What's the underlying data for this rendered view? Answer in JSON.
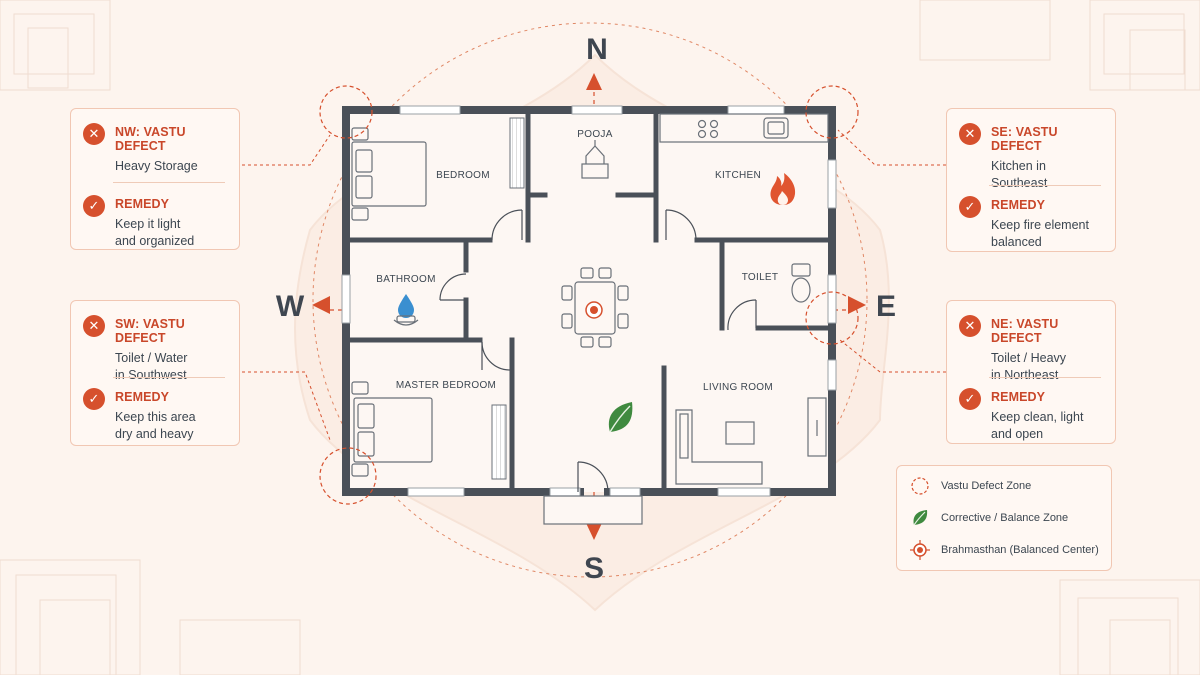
{
  "directions": {
    "north": "N",
    "south": "S",
    "east": "E",
    "west": "W"
  },
  "rooms": {
    "pooja": "POOJA",
    "bedroom": "BEDROOM",
    "kitchen": "KITCHEN",
    "bathroom": "BATHROOM",
    "toilet": "TOILET",
    "master_bedroom": "MASTER BEDROOM",
    "living_room": "LIVING ROOM"
  },
  "cards": {
    "nw": {
      "defect_title": "NW: VASTU DEFECT",
      "defect_lines": [
        "Heavy Storage"
      ],
      "remedy_title": "REMEDY",
      "remedy_lines": [
        "Keep it light",
        "and organized"
      ]
    },
    "sw": {
      "defect_title": "SW: VASTU DEFECT",
      "defect_lines": [
        "Toilet / Water",
        "in Southwest"
      ],
      "remedy_title": "REMEDY",
      "remedy_lines": [
        "Keep this area",
        "dry and heavy"
      ]
    },
    "se": {
      "defect_title": "SE: VASTU DEFECT",
      "defect_lines": [
        "Kitchen in",
        "Southeast"
      ],
      "remedy_title": "REMEDY",
      "remedy_lines": [
        "Keep fire element",
        "balanced"
      ]
    },
    "ne": {
      "defect_title": "NE: VASTU DEFECT",
      "defect_lines": [
        "Toilet / Heavy",
        "in Northeast"
      ],
      "remedy_title": "REMEDY",
      "remedy_lines": [
        "Keep clean, light",
        "and open"
      ]
    }
  },
  "legend": {
    "defect_zone": "Vastu Defect Zone",
    "balance_zone": "Corrective / Balance Zone",
    "brahmasthan": "Brahmasthan (Balanced Center)"
  },
  "icons": {
    "defect": "x-icon",
    "remedy": "check-icon",
    "fire": "fire-icon",
    "water": "water-drop-icon",
    "leaf": "leaf-icon",
    "center": "brahmasthan-target-icon",
    "pooja": "temple-icon"
  },
  "colors": {
    "accent": "#d6502d",
    "wall": "#4a5058",
    "leaf": "#3f8a3f",
    "water": "#3a8fd0",
    "background": "#fdf4ee"
  }
}
